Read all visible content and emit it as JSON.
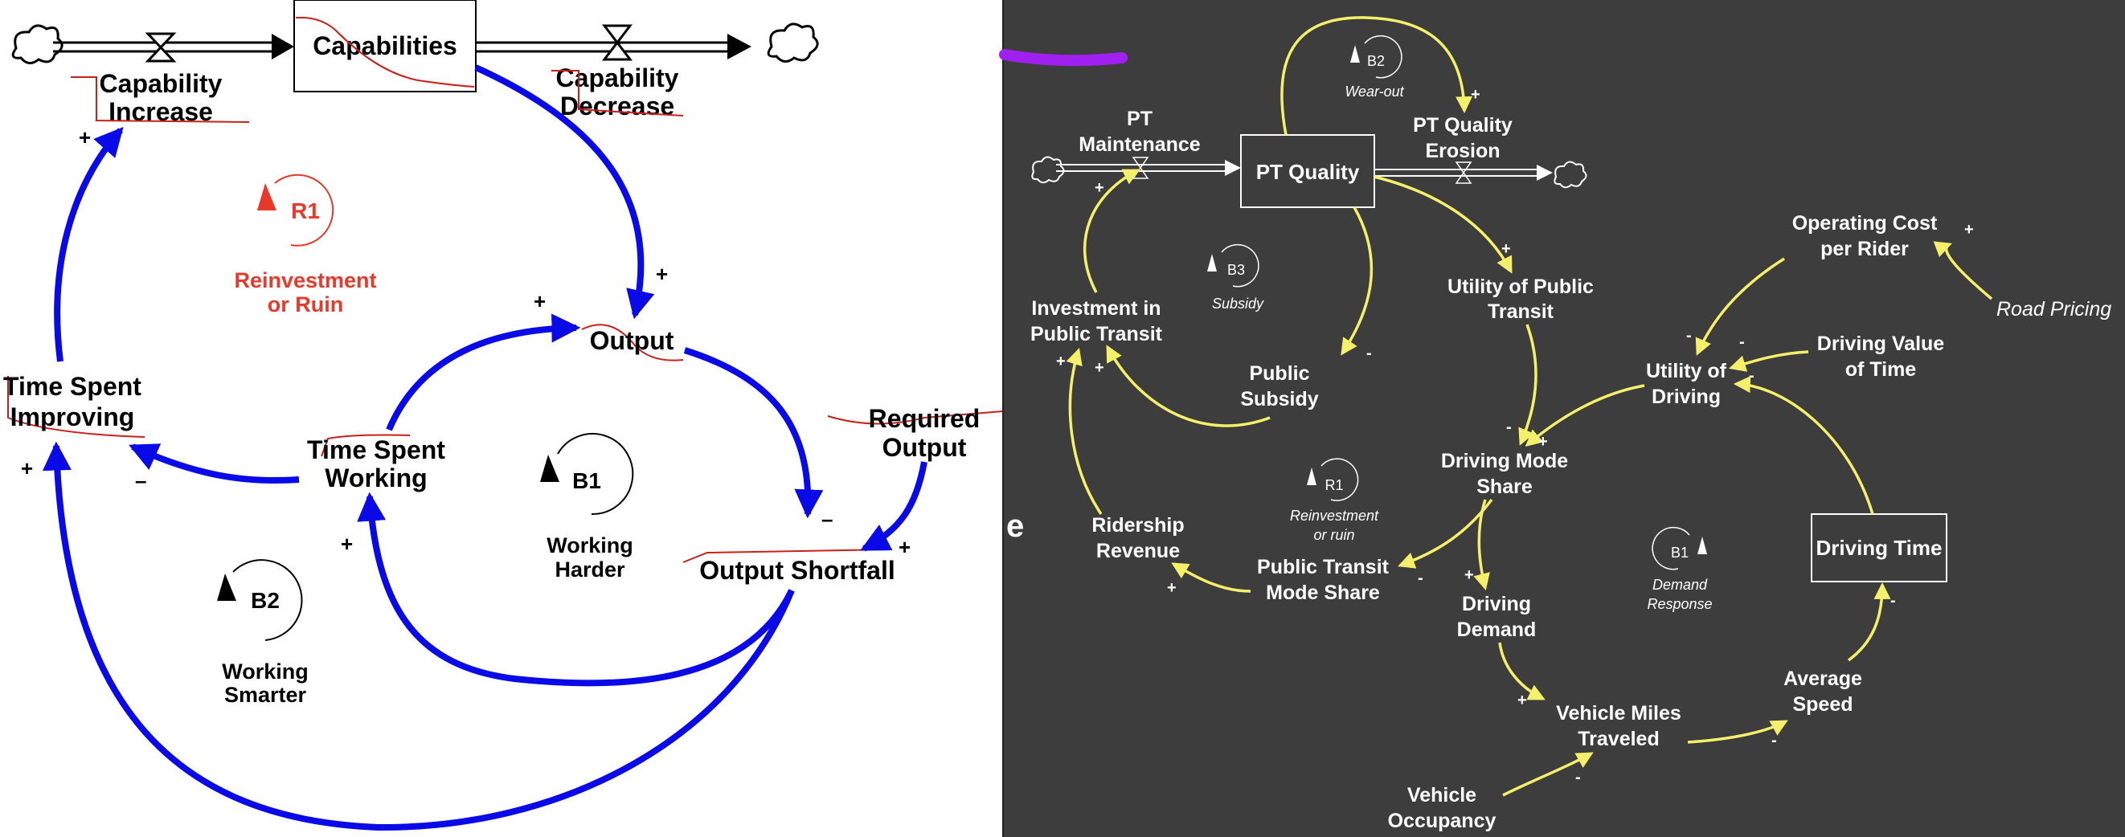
{
  "colors": {
    "left_background": "#ffffff",
    "right_background": "#3d3d3d",
    "left_arrow": "#0a0ae8",
    "right_arrow": "#f5f06a",
    "loop_red": "#e8392b",
    "annotation_red": "#c8201a",
    "highlighter_purple": "#a020f0"
  },
  "left": {
    "stocks": {
      "capabilities": "Capabilities"
    },
    "flows": {
      "capability_increase": [
        "Capability",
        "Increase"
      ],
      "capability_decrease": [
        "Capability",
        "Decrease"
      ]
    },
    "variables": {
      "output": "Output",
      "required_output": [
        "Required",
        "Output"
      ],
      "output_shortfall": "Output Shortfall",
      "time_spent_improving": [
        "Time Spent",
        "Improving"
      ],
      "time_spent_working": [
        "Time Spent",
        "Working"
      ]
    },
    "loops": {
      "r1": {
        "id": "R1",
        "name": [
          "Reinvestment",
          "or Ruin"
        ]
      },
      "b1": {
        "id": "B1",
        "name": [
          "Working",
          "Harder"
        ]
      },
      "b2": {
        "id": "B2",
        "name": [
          "Working",
          "Smarter"
        ]
      }
    },
    "polarity": {
      "plus": "+",
      "minus": "–"
    }
  },
  "right": {
    "stocks": {
      "pt_quality": "PT Quality",
      "driving_time": "Driving Time"
    },
    "flows": {
      "pt_maintenance": [
        "PT",
        "Maintenance"
      ],
      "pt_quality_erosion": [
        "PT Quality",
        "Erosion"
      ]
    },
    "variables": {
      "investment_public_transit": [
        "Investment in",
        "Public Transit"
      ],
      "public_subsidy": [
        "Public",
        "Subsidy"
      ],
      "utility_public_transit": [
        "Utility of Public",
        "Transit"
      ],
      "operating_cost_per_rider": [
        "Operating Cost",
        "per Rider"
      ],
      "road_pricing": "Road Pricing",
      "driving_value_of_time": [
        "Driving Value",
        "of Time"
      ],
      "utility_of_driving": [
        "Utility of",
        "Driving"
      ],
      "driving_mode_share": [
        "Driving Mode",
        "Share"
      ],
      "ridership_revenue": [
        "Ridership",
        "Revenue"
      ],
      "public_transit_mode_share": [
        "Public Transit",
        "Mode Share"
      ],
      "driving_demand": [
        "Driving",
        "Demand"
      ],
      "vehicle_miles_traveled": [
        "Vehicle Miles",
        "Traveled"
      ],
      "average_speed": [
        "Average",
        "Speed"
      ],
      "vehicle_occupancy": [
        "Vehicle",
        "Occupancy"
      ],
      "edge_fragment": "e"
    },
    "loops": {
      "b2": {
        "id": "B2",
        "name": "Wear-out"
      },
      "b3": {
        "id": "B3",
        "name": "Subsidy"
      },
      "r1": {
        "id": "R1",
        "name": [
          "Reinvestment",
          "or ruin"
        ]
      },
      "b1": {
        "id": "B1",
        "name": [
          "Demand",
          "Response"
        ]
      }
    },
    "polarity": {
      "plus": "+",
      "minus": "-"
    }
  }
}
